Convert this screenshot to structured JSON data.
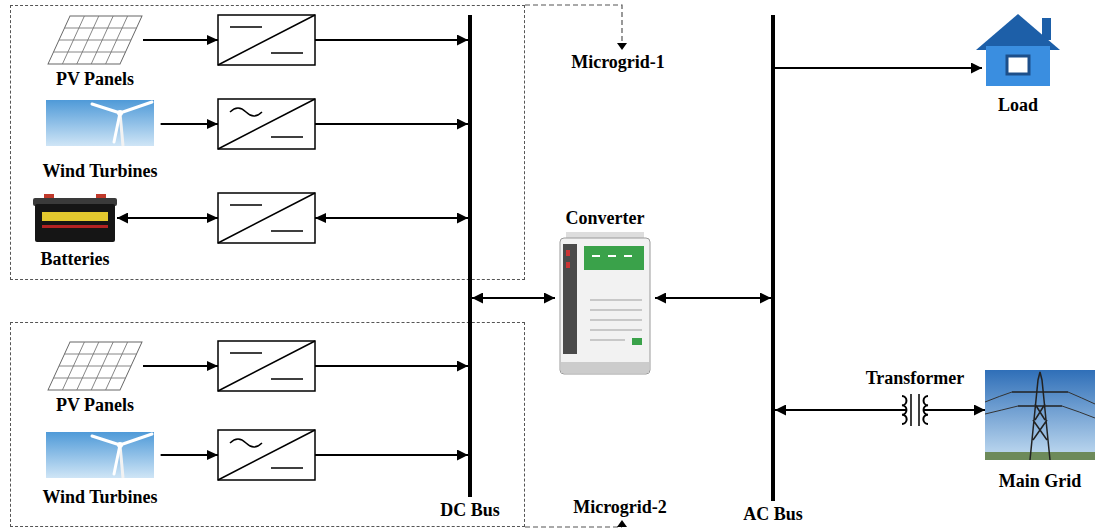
{
  "diagram": {
    "nodes": [
      {
        "text": [
          "Microgrid-1"
        ]
      },
      {
        "text": [
          "PV Panels"
        ],
        "in": 0
      },
      {
        "text": [
          "Wind Turbines"
        ],
        "in": 0
      },
      {
        "text": [
          "Batteries"
        ],
        "in": 0
      },
      {
        "text": [
          "Microgrid-2"
        ]
      },
      {
        "text": [
          "PV Panels"
        ],
        "in": 4
      },
      {
        "text": [
          "Wind Turbines"
        ],
        "in": 4
      },
      {
        "text": [
          "DC Bus"
        ]
      },
      {
        "text": [
          "Converter"
        ]
      },
      {
        "text": [
          "AC Bus"
        ]
      },
      {
        "text": [
          "Load"
        ]
      },
      {
        "text": [
          "Transformer"
        ]
      },
      {
        "text": [
          "Main Grid"
        ]
      }
    ],
    "edges": [
      {
        "from": 1,
        "to": 7,
        "arrow": "to"
      },
      {
        "from": 2,
        "to": 7,
        "arrow": "to"
      },
      {
        "from": 3,
        "to": 7,
        "arrow": "both"
      },
      {
        "from": 5,
        "to": 7,
        "arrow": "to"
      },
      {
        "from": 6,
        "to": 7,
        "arrow": "to"
      },
      {
        "from": 7,
        "to": 8,
        "arrow": "both"
      },
      {
        "from": 8,
        "to": 9,
        "arrow": "both"
      },
      {
        "from": 9,
        "to": 10,
        "arrow": "to"
      },
      {
        "from": 11,
        "to": 9,
        "arrow": "to"
      },
      {
        "from": 11,
        "to": 12,
        "arrow": "to"
      }
    ]
  }
}
